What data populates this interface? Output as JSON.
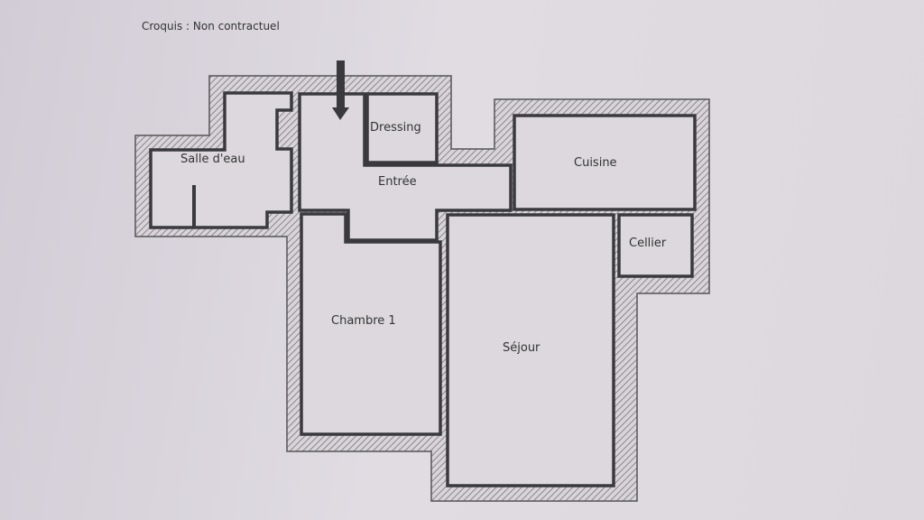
{
  "note": "Croquis : Non contractuel",
  "rooms": {
    "salle_deau": "Salle d'eau",
    "dressing": "Dressing",
    "entree": "Entrée",
    "cuisine": "Cuisine",
    "cellier": "Cellier",
    "chambre1": "Chambre 1",
    "sejour": "Séjour"
  },
  "icons": {
    "entrance": "arrow-down-icon"
  },
  "colors": {
    "wall_line": "#3a3a3e",
    "room_fill": "#dcd8de",
    "hatch": "#8a868c"
  }
}
